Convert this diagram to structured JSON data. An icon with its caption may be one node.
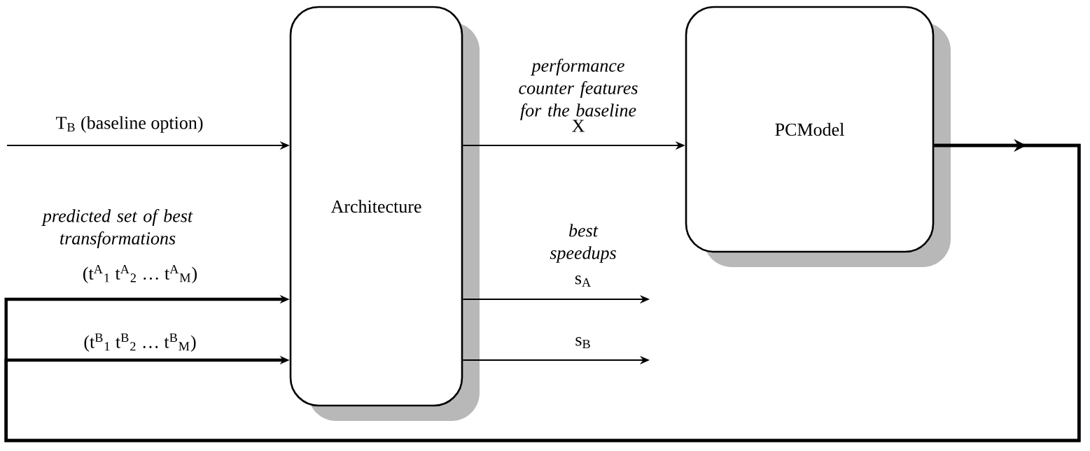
{
  "diagram": {
    "nodes": [
      {
        "text": [
          "Architecture"
        ]
      },
      {
        "text": [
          "PCModel"
        ]
      }
    ],
    "edges": [
      {
        "from": null,
        "to": 0,
        "arrow": "to",
        "label": "T$_{B}$ (baseline option)"
      },
      {
        "from": 1,
        "to": 0,
        "arrow": "to",
        "label": "(t$^{A}$$_{1}$ t$^{A}$$_{2}$ … t$^{A}$$_{M}$)",
        "style": "thick"
      },
      {
        "from": 1,
        "to": 0,
        "arrow": "to",
        "label": "(t$^{B}$$_{1}$ t$^{B}$$_{2}$ … t$^{B}$$_{M}$)",
        "style": "thick"
      },
      {
        "from": 0,
        "to": 1,
        "arrow": "to",
        "label": "X"
      },
      {
        "from": 0,
        "to": null,
        "arrow": "to",
        "label": "s$_{A}$"
      },
      {
        "from": 0,
        "to": null,
        "arrow": "to",
        "label": "s$_{B}$"
      }
    ],
    "labels": [
      "predicted set of best transformations",
      "performance counter features for the baseline",
      "best speedups"
    ]
  }
}
